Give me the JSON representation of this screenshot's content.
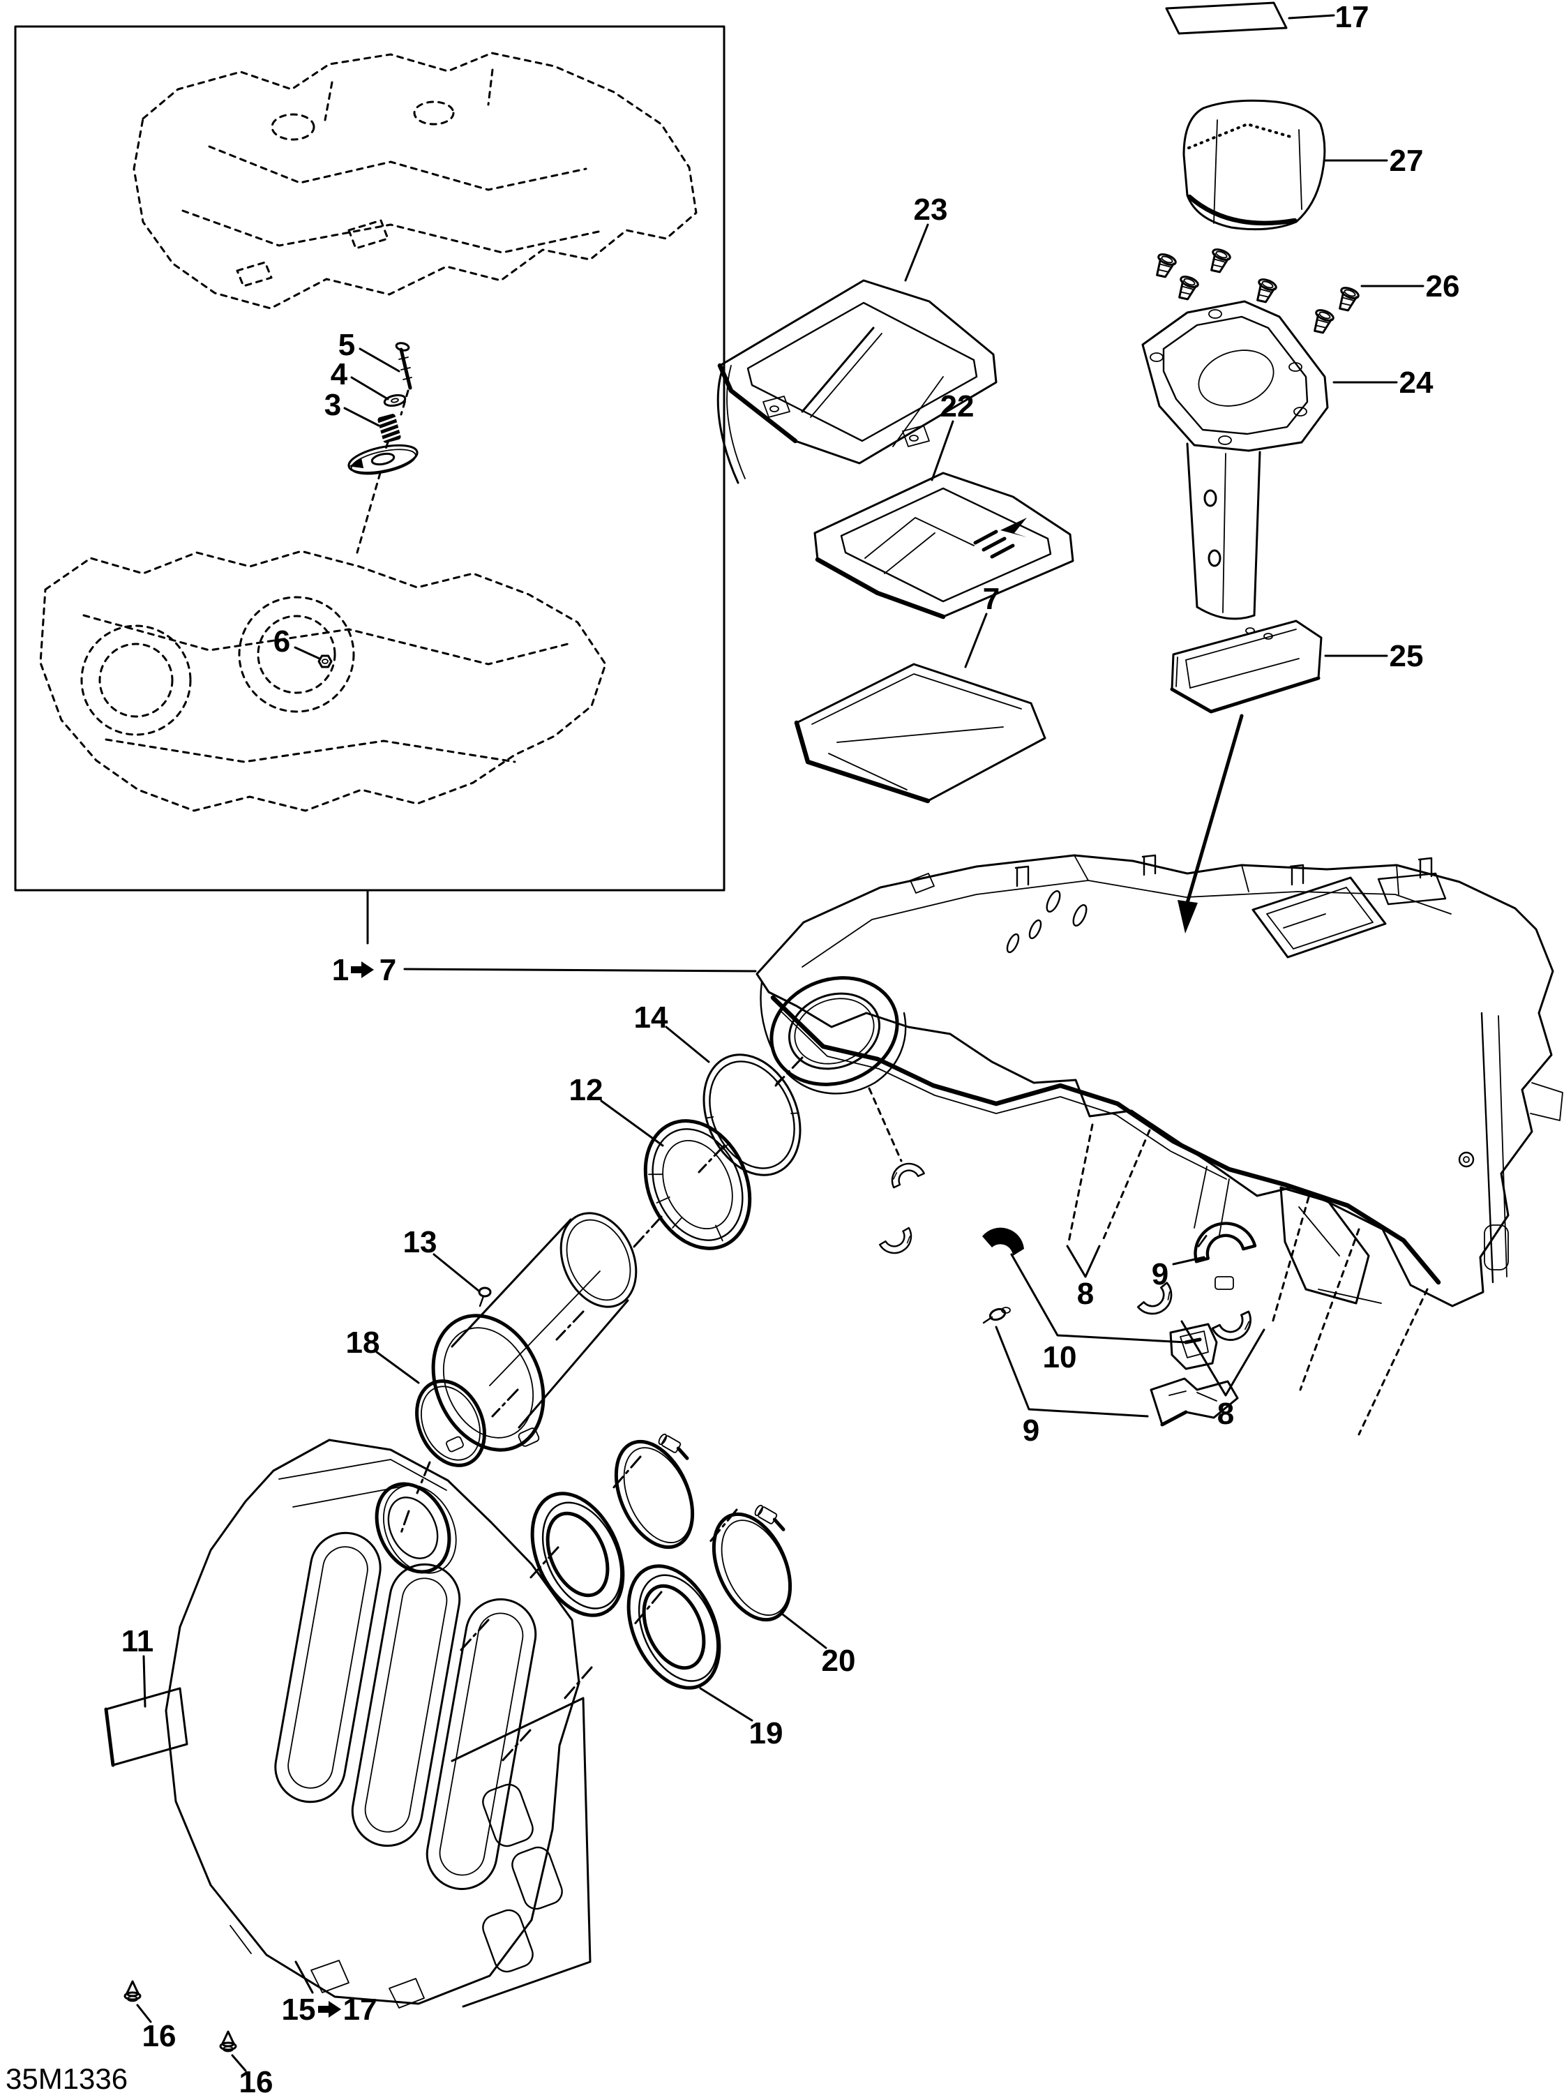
{
  "sheet": {
    "code": "35M1336"
  },
  "callouts": {
    "n3": "3",
    "n4": "4",
    "n5": "5",
    "n6": "6",
    "n7": "7",
    "n8": "8",
    "n9": "9",
    "n10": "10",
    "n11": "11",
    "n12": "12",
    "n13": "13",
    "n14": "14",
    "n16": "16",
    "n17": "17",
    "n18": "18",
    "n19": "19",
    "n20": "20",
    "n22": "22",
    "n23": "23",
    "n24": "24",
    "n25": "25",
    "n26": "26",
    "n27": "27",
    "range_1_7": {
      "from": "1",
      "to": "7"
    },
    "range_15_17": {
      "from": "15",
      "to": "17"
    }
  }
}
